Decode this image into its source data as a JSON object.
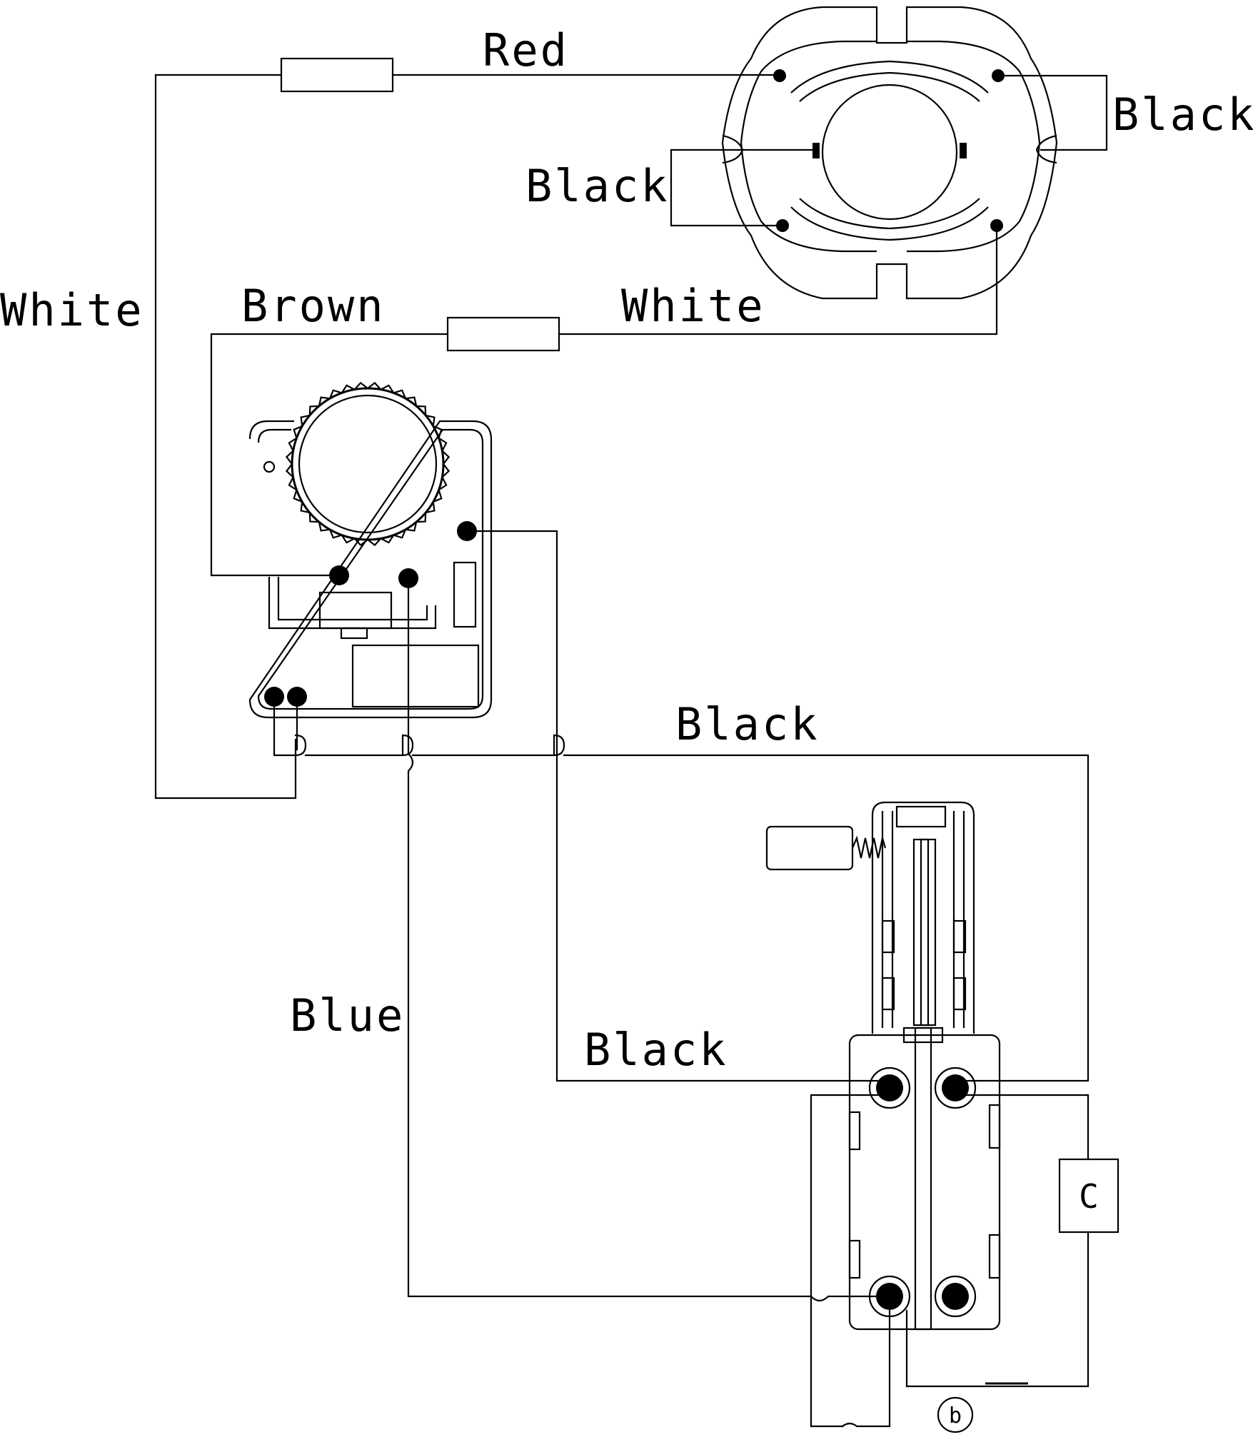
{
  "labels": {
    "red": "Red",
    "black_top_right": "Black",
    "black_motor_left": "Black",
    "white_left": "White",
    "brown": "Brown",
    "white_mid": "White",
    "black_mid": "Black",
    "blue": "Blue",
    "black_lower": "Black",
    "capacitor": "C",
    "marker_b": "b"
  },
  "colors": {
    "line": "#000000",
    "background": "#ffffff"
  }
}
